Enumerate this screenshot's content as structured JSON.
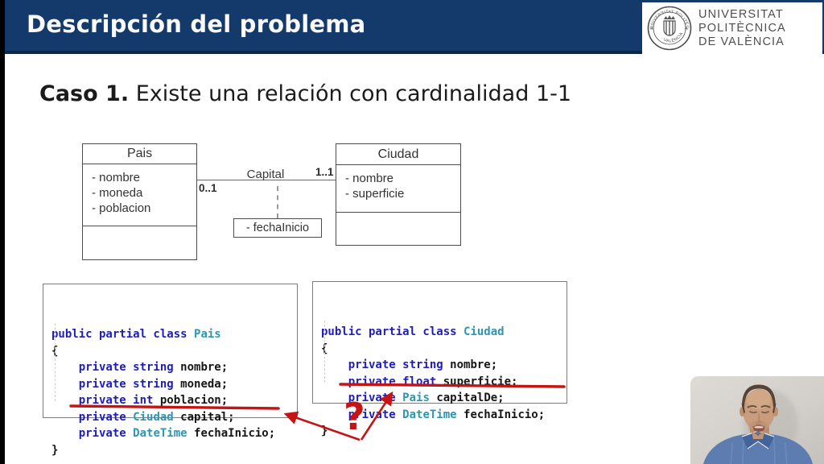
{
  "header": {
    "title": "Descripción del problema",
    "bg": "#143a6c",
    "logo": {
      "line1": "UNIVERSITAT",
      "line2": "POLITÈCNICA",
      "line3": "DE VALÈNCIA",
      "seal_top": "UNIVERSITAT POLITÈCNICA",
      "seal_bottom": "· VALÈNCIA ·"
    }
  },
  "heading": {
    "bold": "Caso 1.",
    "rest": " Existe una relación con cardinalidad 1-1"
  },
  "uml": {
    "pais": {
      "name": "Pais",
      "attrs": [
        "- nombre",
        "- moneda",
        "- poblacion"
      ]
    },
    "ciudad": {
      "name": "Ciudad",
      "attrs": [
        "- nombre",
        "- superficie"
      ]
    },
    "association": {
      "label": "Capital",
      "mult_pais": "0..1",
      "mult_ciudad": "1..1"
    },
    "assoc_class_attr": "- fechaInicio"
  },
  "code_left": {
    "lines": [
      [
        [
          "k",
          "public partial class "
        ],
        [
          "t",
          "Pais"
        ]
      ],
      [
        [
          "p",
          "{"
        ]
      ],
      [
        [
          "p",
          "    "
        ],
        [
          "k",
          "private string "
        ],
        [
          "p",
          "nombre;"
        ]
      ],
      [
        [
          "p",
          "    "
        ],
        [
          "k",
          "private string "
        ],
        [
          "p",
          "moneda;"
        ]
      ],
      [
        [
          "p",
          "    "
        ],
        [
          "k",
          "private int "
        ],
        [
          "p",
          "poblacion;"
        ]
      ],
      [
        [
          "p",
          "    "
        ],
        [
          "k",
          "private "
        ],
        [
          "t",
          "Ciudad "
        ],
        [
          "p",
          "capital;"
        ]
      ],
      [
        [
          "p",
          "    "
        ],
        [
          "k",
          "private "
        ],
        [
          "t",
          "DateTime "
        ],
        [
          "p",
          "fechaInicio;"
        ]
      ],
      [
        [
          "p",
          "}"
        ]
      ]
    ]
  },
  "code_right": {
    "lines": [
      [
        [
          "k",
          "public partial class "
        ],
        [
          "t",
          "Ciudad"
        ]
      ],
      [
        [
          "p",
          "{"
        ]
      ],
      [
        [
          "p",
          "    "
        ],
        [
          "k",
          "private string "
        ],
        [
          "p",
          "nombre;"
        ]
      ],
      [
        [
          "p",
          "    "
        ],
        [
          "k",
          "private float "
        ],
        [
          "p",
          "superficie;"
        ]
      ],
      [
        [
          "p",
          "    "
        ],
        [
          "k",
          "private "
        ],
        [
          "t",
          "Pais "
        ],
        [
          "p",
          "capitalDe;"
        ]
      ],
      [
        [
          "p",
          "    "
        ],
        [
          "k",
          "private "
        ],
        [
          "t",
          "DateTime "
        ],
        [
          "p",
          "fechaInicio;"
        ]
      ],
      [
        [
          "p",
          "}"
        ]
      ]
    ]
  },
  "annotations": {
    "question_mark": "?",
    "red": "#c41414"
  },
  "colors": {
    "keyword": "#1d1dc1",
    "type": "#2e96b4",
    "plain": "#161616"
  }
}
